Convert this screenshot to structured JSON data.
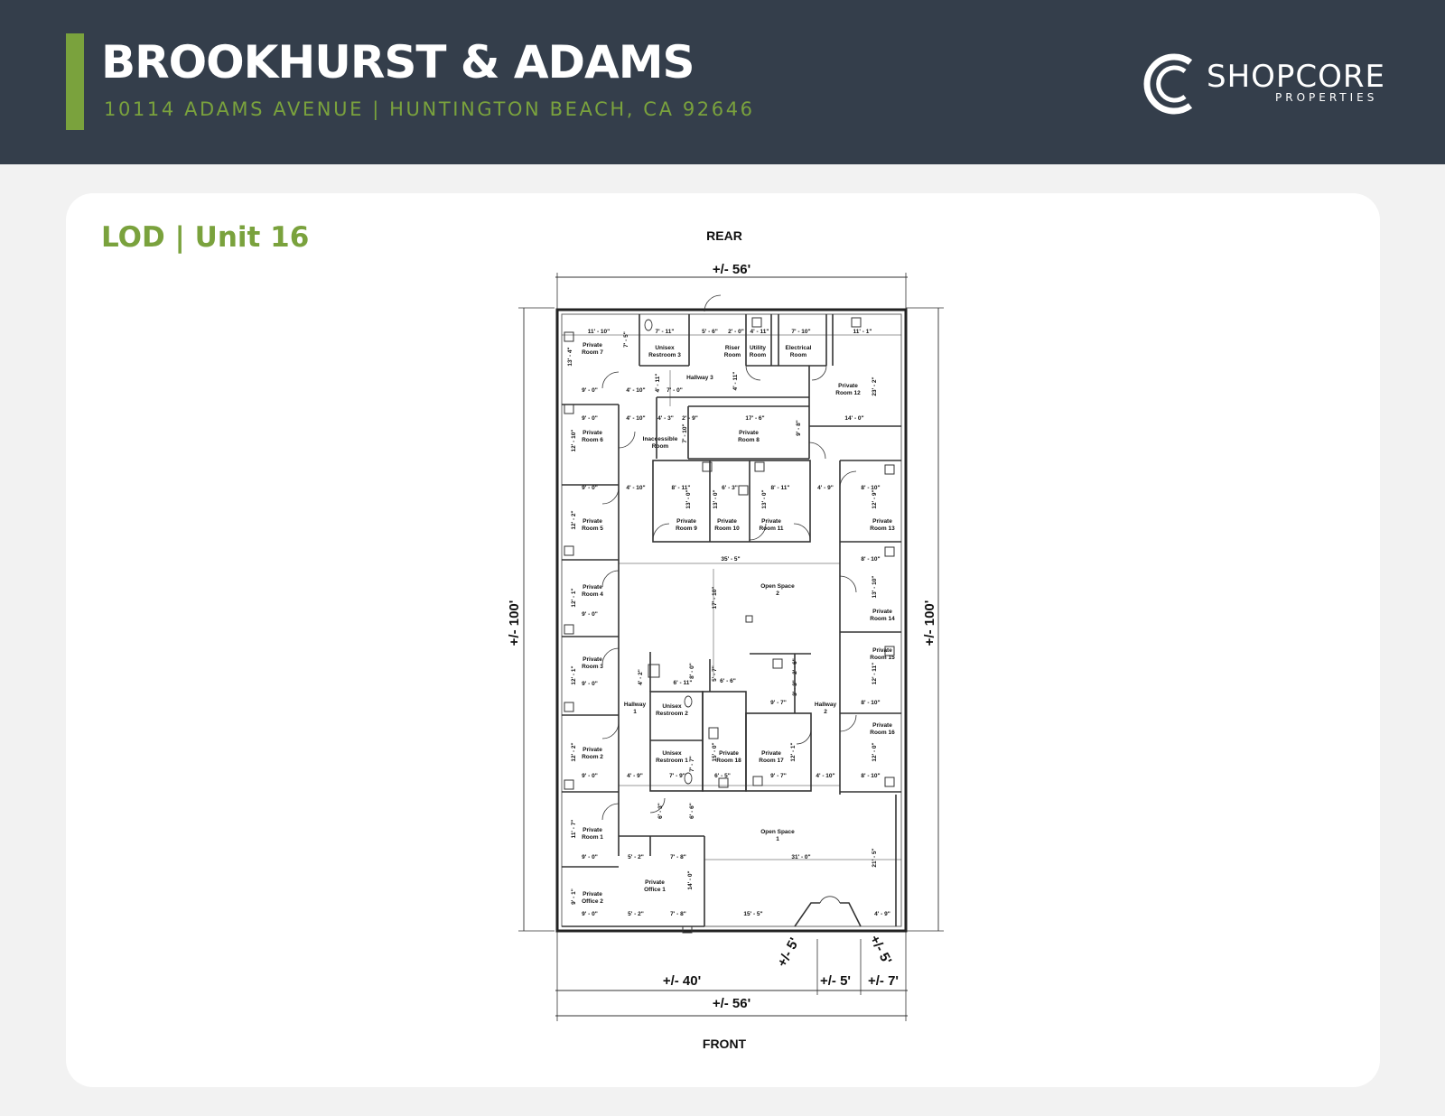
{
  "header": {
    "title": "BROOKHURST & ADAMS",
    "address": "10114 ADAMS AVENUE  |  HUNTINGTON BEACH, CA 92646",
    "logo": {
      "name": "SHOPCORE",
      "sub": "PROPERTIES",
      "icon": "shopcore-c-logo-icon"
    },
    "accent_color": "#7aa23d",
    "bg_color": "#343e4b"
  },
  "plan": {
    "heading": "LOD | Unit 16",
    "orientation": {
      "rear": "REAR",
      "front": "FRONT"
    },
    "overall": {
      "width_top": "+/- 56'",
      "width_bottom": "+/- 56'",
      "depth_left": "+/- 100'",
      "depth_right": "+/- 100'",
      "front_left": "+/- 40'",
      "front_mid": "+/- 5'",
      "front_right": "+/- 7'",
      "angle_left": "+/- 5'",
      "angle_right": "+/- 5'"
    },
    "rooms": {
      "private_room_7": [
        "Private",
        "Room 7"
      ],
      "unisex_restroom_3": [
        "Unisex",
        "Restroom 3"
      ],
      "riser_room": [
        "Riser",
        "Room"
      ],
      "utility_room": [
        "Utility",
        "Room"
      ],
      "electrical_room": [
        "Electrical",
        "Room"
      ],
      "hallway_3": [
        "Hallway 3"
      ],
      "private_room_12": [
        "Private",
        "Room 12"
      ],
      "private_room_6": [
        "Private",
        "Room 6"
      ],
      "inaccessible_room": [
        "Inaccessible",
        "Room"
      ],
      "private_room_8": [
        "Private",
        "Room 8"
      ],
      "private_room_5": [
        "Private",
        "Room 5"
      ],
      "private_room_9": [
        "Private",
        "Room 9"
      ],
      "private_room_10": [
        "Private",
        "Room 10"
      ],
      "private_room_11": [
        "Private",
        "Room 11"
      ],
      "private_room_13": [
        "Private",
        "Room 13"
      ],
      "open_space_2": [
        "Open Space",
        "2"
      ],
      "private_room_4": [
        "Private",
        "Room 4"
      ],
      "private_room_14": [
        "Private",
        "Room 14"
      ],
      "private_room_3": [
        "Private",
        "Room 3"
      ],
      "private_room_15": [
        "Private",
        "Room 15"
      ],
      "hallway_1": [
        "Hallway",
        "1"
      ],
      "unisex_restroom_2": [
        "Unisex",
        "Restroom 2"
      ],
      "hallway_2": [
        "Hallway",
        "2"
      ],
      "private_room_16": [
        "Private",
        "Room 16"
      ],
      "private_room_2": [
        "Private",
        "Room 2"
      ],
      "unisex_restroom_1": [
        "Unisex",
        "Restroom 1"
      ],
      "private_room_18": [
        "Private",
        "Room 18"
      ],
      "private_room_17": [
        "Private",
        "Room 17"
      ],
      "private_room_1": [
        "Private",
        "Room 1"
      ],
      "open_space_1": [
        "Open Space",
        "1"
      ],
      "private_office_1": [
        "Private",
        "Office 1"
      ],
      "private_office_2": [
        "Private",
        "Office 2"
      ]
    },
    "dims": {
      "d_11_10": "11' - 10\"",
      "d_7_11": "7' - 11\"",
      "d_5_6": "5' - 6\"",
      "d_2_0": "2' - 0\"",
      "d_4_11a": "4' - 11\"",
      "d_7_10": "7' - 10\"",
      "d_11_1": "11' - 1\"",
      "d_13_4": "13' - 4\"",
      "d_7_5": "7' - 5\"",
      "d_23_2": "23' - 2\"",
      "d_9_0a": "9' - 0\"",
      "d_4_10a": "4' - 10\"",
      "d_7_0": "7' - 0\"",
      "d_4_11b": "4' - 11\"",
      "d_4_11c": "4' - 11\"",
      "d_9_0b": "9' - 0\"",
      "d_4_10b": "4' - 10\"",
      "d_4_3": "4' - 3\"",
      "d_2_9": "2' - 9\"",
      "d_17_6": "17' - 6\"",
      "d_14_0a": "14' - 0\"",
      "d_12_10": "12' - 10\"",
      "d_7_10b": "7' - 10\"",
      "d_9_8": "9' - 8\"",
      "d_9_0c": "9' - 0\"",
      "d_4_10c": "4' - 10\"",
      "d_8_11a": "8' - 11\"",
      "d_6_3a": "6' - 3\"",
      "d_8_11b": "8' - 11\"",
      "d_4_9a": "4' - 9\"",
      "d_8_10a": "8' - 10\"",
      "d_12_2a": "12' - 2\"",
      "d_13_0a": "13' - 0\"",
      "d_13_0b": "13' - 0\"",
      "d_13_0c": "13' - 0\"",
      "d_12_9": "12' - 9\"",
      "d_35_5": "35' - 5\"",
      "d_8_10b": "8' - 10\"",
      "d_12_1a": "12' - 1\"",
      "d_17_10": "17' - 10\"",
      "d_13_10": "13' - 10\"",
      "d_9_0d": "9' - 0\"",
      "d_12_1b": "12' - 1\"",
      "d_4_2": "4' - 2\"",
      "d_8_0": "8' - 0\"",
      "d_5_7": "5' - 7\"",
      "d_2_6": "2' - 6\"",
      "d_6_11": "6' - 11\"",
      "d_6_6": "6' - 6\"",
      "d_3_3": "3' - 3\"",
      "d_12_11": "12' - 11\"",
      "d_9_0e": "9' - 0\"",
      "d_9_7a": "9' - 7\"",
      "d_8_10c": "8' - 10\"",
      "d_12_2b": "12' - 2\"",
      "d_15_0": "15' - 0\"",
      "d_7_7": "7' - 7\"",
      "d_12_1c": "12' - 1\"",
      "d_12_0": "12' - 0\"",
      "d_9_0f": "9' - 0\"",
      "d_4_9b": "4' - 9\"",
      "d_7_9": "7' - 9\"",
      "d_6_5": "6' - 5\"",
      "d_9_7b": "9' - 7\"",
      "d_4_10d": "4' - 10\"",
      "d_8_10d": "8' - 10\"",
      "d_11_7": "11' - 7\"",
      "d_6_3b": "6' - 3\"",
      "d_6_6b": "6' - 6\"",
      "d_9_0g": "9' - 0\"",
      "d_5_2a": "5' - 2\"",
      "d_7_8a": "7' - 8\"",
      "d_31_0": "31' - 0\"",
      "d_21_5": "21' - 5\"",
      "d_14_0b": "14' - 0\"",
      "d_9_1": "9' - 1\"",
      "d_9_0h": "9' - 0\"",
      "d_5_2b": "5' - 2\"",
      "d_7_8b": "7' - 8\"",
      "d_15_5": "15' - 5\"",
      "d_4_9c": "4' - 9\""
    }
  }
}
